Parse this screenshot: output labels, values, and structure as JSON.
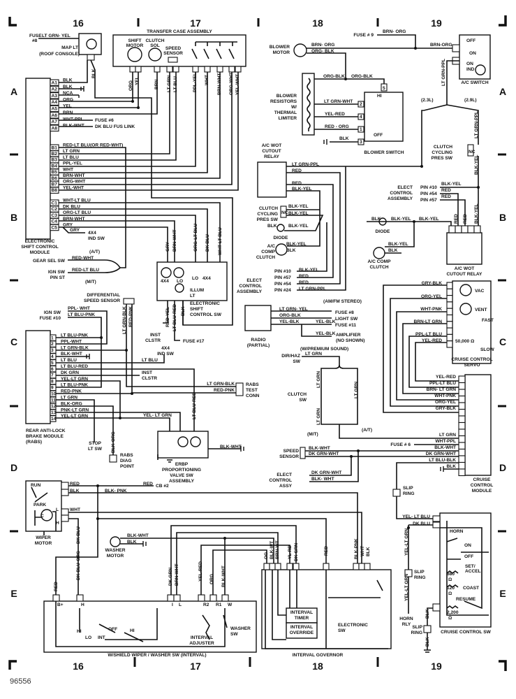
{
  "figure_id": "96556",
  "grid": {
    "columns": [
      "16",
      "17",
      "18",
      "19"
    ],
    "rows": [
      "A",
      "B",
      "C",
      "D",
      "E"
    ]
  },
  "tl": [
    "FUSE",
    "#8",
    "LT GRN- YEL",
    "MAP LT",
    "(ROOF CONSOLE)",
    "BLK"
  ],
  "tc": {
    "title": "TRANSFER CASE ASSEMBLY",
    "labels": [
      "SHIFT",
      "MOTOR",
      "CLUTCH",
      "SOL",
      "SPEED",
      "SENSOR"
    ],
    "wires": [
      "ORG",
      "YEL",
      "BRN",
      "LT GRN",
      "LT BLU",
      "PPL-YEL",
      "WHT",
      "BRN-WHT",
      "ORG-WHT",
      "YEL-WHT"
    ]
  },
  "ecm": {
    "pins": [
      "A1",
      "A2",
      "A3",
      "A4",
      "A5",
      "A6",
      "A7",
      "A8",
      "B1",
      "B2",
      "B3",
      "B4",
      "B5",
      "B6",
      "B7",
      "B8",
      "C1",
      "C2",
      "C3",
      "C4",
      "C5"
    ],
    "wires": [
      "BLK",
      "BLK",
      "NCA",
      "ORG",
      "YEL",
      "BRN",
      "WHT-PPL",
      "BLK-WHT",
      "RED-LT BLU(OR RED-WHT)",
      "LT GRN",
      "LT BLU",
      "PPL-YEL",
      "WHT",
      "BRN-WHT",
      "ORG-WHT",
      "YEL-WHT",
      "WHT-LT BLU",
      "DK BLU",
      "ORG-LT BLU",
      "BRN-WHT",
      "GRY"
    ],
    "extra": [
      "FUSE #6",
      "DK BLU FUS LINK",
      "GRY",
      "4X4",
      "IND SW",
      "ELECTRONIC",
      "SHIFT CONTROL",
      "MODULE"
    ]
  },
  "gear": [
    "GEAR SEL SW",
    "RED-WHT",
    "(A/T)",
    "IGN SW",
    "PIN ST",
    "RED-LT BLU",
    "(M/T)"
  ],
  "shift_sw": [
    "GRY",
    "BRN-WHT",
    "ORG-LT BLU",
    "DK BLU",
    "WHT-LT BLU",
    "4X4",
    "LO",
    "LO",
    "4X4",
    "ILLUM",
    "LT",
    "ELECTRONIC",
    "SHIFT",
    "CONTROL SW",
    "RED-YEL",
    "LT BLU-RED",
    "BLK",
    "INST",
    "CLSTR",
    "FUSE #17"
  ],
  "rabs": {
    "pins": [
      "1",
      "2",
      "3",
      "4",
      "5",
      "6",
      "7",
      "8",
      "9",
      "10",
      "11",
      "12",
      "13",
      "14"
    ],
    "wires": [
      "LT BLU-PNK",
      "PPL-WHT",
      "LT GRN-BLK",
      "BLK-WHT",
      "LT BLU",
      "LT BLU-RED",
      "DK GRN",
      "YEL-LT GRN",
      "LT BLU-PNK",
      "RED-PNK",
      "LT GRN",
      "BLK-ORG",
      "PNK-LT GRN",
      "YEL-LT GRN"
    ],
    "extra": [
      "DIFFERENTIAL",
      "SPEED SENSOR",
      "LT GRN-BLK",
      "RED-PNK",
      "IGN SW",
      "FUSE #10",
      "PPL- WHT",
      "LT BLU-PNK",
      "4X4",
      "IND SW",
      "LT BLU",
      "INST",
      "CLSTR",
      "LT GRN-BLK",
      "RED-PNK",
      "RABS",
      "TEST",
      "CONN",
      "YEL- LT GRN",
      "LT BLU-RED",
      "REAR ANTI-LOCK",
      "BRAKE MODULE",
      "(RABS)",
      "STOP",
      "LT SW",
      "BLK-ORG",
      "RABS",
      "DIAG",
      "POINT",
      "BLK-WHT",
      "ERBP",
      "PROPORTIONING",
      "VALVE SW",
      "ASSEMBLY"
    ]
  },
  "hvac": [
    "FUSE # 9",
    "BRN- ORG",
    "BLOWER",
    "MOTOR",
    "BRN- ORG",
    "ORG- BLK",
    "BRN-ORG",
    "OFF",
    "ON",
    "ON",
    "IND",
    "A/C SWITCH",
    "LT GRN-PPL",
    "BLOWER",
    "RESISTORS",
    "W/",
    "THERMAL",
    "LIMITER",
    "ORG-BLK",
    "ORG-BLK",
    "LT GRN-WHT",
    "YEL-RED",
    "RED - ORG",
    "BLK",
    "5",
    "2",
    "4",
    "1",
    "3",
    "HI",
    "OFF",
    "BLOWER SWITCH",
    "(2.3L)",
    "(2.9L)",
    "LT GRN-PPL",
    "CLUTCH",
    "CYCLING",
    "PRES SW",
    "NC",
    "BLK-YEL",
    "A/C WOT",
    "CUTOUT",
    "RELAY",
    "LT GRN-PPL",
    "RED",
    "RED",
    "BLK-YEL",
    "CLUTCH",
    "CYCLING",
    "PRES SW",
    "BLK-YEL",
    "BLK-YEL",
    "NC",
    "BLK",
    "BLK-YEL",
    "DIODE",
    "A/C",
    "COMP",
    "CLUTCH",
    "BLK-YEL",
    "BLK",
    "ELECT",
    "CONTROL",
    "ASSEMBLY",
    "PIN #10",
    "PIN #57",
    "PIN #54",
    "PIN #24",
    "BLK-YEL",
    "RED",
    "RED",
    "LT GRN-PPL",
    "ELECT",
    "CONTROL",
    "ASSEMBLY",
    "PIN #10",
    "PIN #54",
    "PIN #57",
    "BLK-YEL",
    "RED",
    "RED",
    "BLK",
    "BLK-YEL",
    "BLK-YEL",
    "DIODE",
    "BLK-YEL",
    "BLK",
    "A/C COMP",
    "CLUTCH",
    "RED",
    "RED",
    "BLK-YEL",
    "A/C WOT",
    "CUTOUT RELAY"
  ],
  "radio": [
    "LT GRN- YEL",
    "ORG-BLK",
    "YEL-BLK",
    "(AM/FM STEREO)",
    "FUSE #8",
    "LIGHT SW",
    "FUSE #11",
    "YEL-BLK",
    "YEL-BLK",
    "AMPLIFIER",
    "(NO SHOWN)",
    "(W/PREMIUM SOUND)",
    "RADIO",
    "(PARTIAL)",
    "DIR/HAZ",
    "SW",
    "LT GRN",
    "CLUTCH",
    "SW",
    "LT GRN",
    "LT GRN",
    "LT GRN",
    "(M/T)",
    "(A/T)"
  ],
  "cruise": {
    "servo_wires": [
      "GRY-BLK",
      "ORG-YEL",
      "WHT-PNK",
      "BRN-LT GRN",
      "PPL-LT BLU",
      "YEL-RED"
    ],
    "servo": [
      "VAC",
      "VENT",
      "FAST",
      "SLOW",
      "50,000 Ω",
      "CRUISE CONTROL",
      "SERVO"
    ],
    "module_wires": [
      "YEL-RED",
      "PPL-LT BLU",
      "BRN- LT GRN",
      "WHT-PNK",
      "ORG-YEL",
      "GRY-BLK",
      "LT GRN",
      "WHT-PPL",
      "BLK-WHT",
      "DK GRN-WHT",
      "LT BLU-BLK",
      "BLK"
    ],
    "extra": [
      "FUSE # 6",
      "CRUISE",
      "CONTROL",
      "MODULE",
      "SPEED",
      "SENSOR",
      "BLK-WHT",
      "DK GRN-WHT",
      "ELECT",
      "CONTROL",
      "ASSY",
      "DK GRN-WHT",
      "BLK- WHT",
      "SLIP",
      "RING"
    ]
  },
  "wiper": [
    "RUN",
    "PARK",
    "C",
    "L",
    "H",
    "RED",
    "BLK",
    "WHT",
    "RED",
    "CB #2",
    "BLK- PNK",
    "WIPER",
    "MOTOR",
    "DK BLU",
    "DK BLU-ORG",
    "RED",
    "BLK-WHT",
    "BLK",
    "WASHER",
    "MOTOR",
    "DK GRN",
    "BRN-WHT",
    "YEL-RED",
    "ORG",
    "BLK-WHT",
    "B+",
    "H",
    "I",
    "L",
    "R2",
    "R1",
    "W",
    "OFF",
    "HI",
    "LO",
    "INT",
    "HI",
    "INTERVAL",
    "ADJUSTER",
    "WASHER",
    "SW",
    "W/SHIELD  WIPER / WASHER SW (INTERVAL)"
  ],
  "governor": [
    "OG",
    "BLK-WT",
    "BRN-WT",
    "YL-RD",
    "DK GRN",
    "RED",
    "BLK-PNK",
    "WHT",
    "BLK",
    "INTERVAL",
    "TIMER",
    "INTERVAL",
    "OVERRIDE",
    "ELECTRONIC",
    "SW",
    "INTERVAL GOVERNOR"
  ],
  "cruise_sw": [
    "YEL- LT BLU",
    "DK BLU",
    "HORN",
    "ON",
    "OFF",
    "SET/",
    "ACCEL",
    "680",
    "Ω",
    "120",
    "Ω",
    "COAST",
    "RESUME",
    "2,200",
    "Ω",
    "CRUISE CONTROL SW",
    "YEL-LT GRN",
    "YEL-LT GRN",
    "SLIP",
    "RING",
    "HORN",
    "RLY",
    "BLK",
    "SLIP",
    "RING",
    "BLK"
  ]
}
